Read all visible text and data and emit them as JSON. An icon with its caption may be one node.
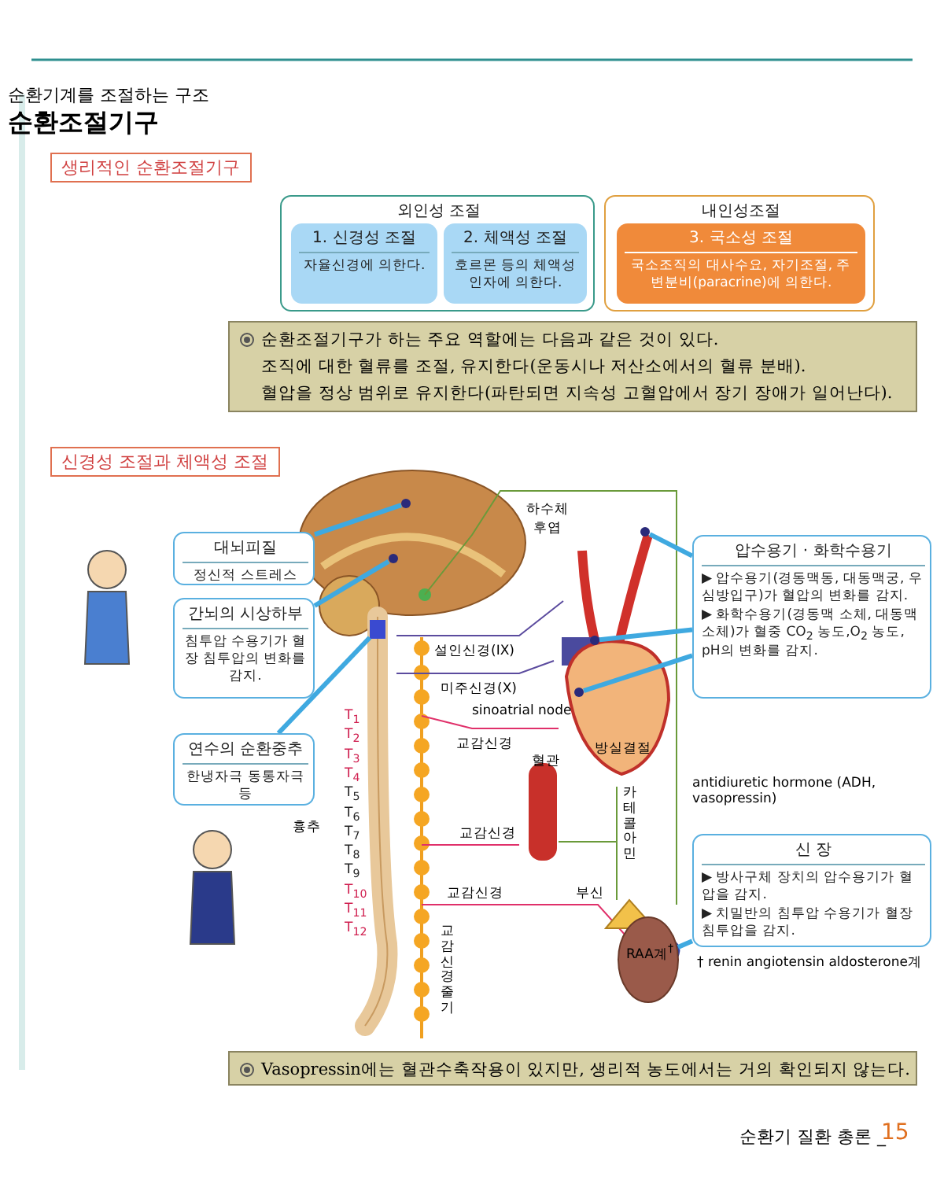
{
  "diagram": {
    "title": "순환조절기구",
    "nodes": [
      {
        "text": [
          "외인성 조절"
        ]
      },
      {
        "text": [
          "1. 신경성 조절",
          "자율신경에 의한다."
        ],
        "in": 0
      },
      {
        "text": [
          "2. 체액성 조절",
          "호르몬 등의 체액성 인자에 의한다."
        ],
        "in": 0
      },
      {
        "text": [
          "내인성조절"
        ]
      },
      {
        "text": [
          "3. 국소성 조절",
          "국소조직의 대사수요, 자기조절, 주변분비(paracrine)에 의한다."
        ],
        "in": 3
      },
      {
        "text": [
          "순환조절기구가 하는 주요 역할에는 다음과 같은 것이 있다.",
          "조직에 대한 혈류를 조절, 유지한다(운동시나 저산소에서의 혈류 분배).",
          "혈압을 정상 범위로 유지한다(파탄되면 지속성 고혈압에서 장기 장애가 일어난다)."
        ]
      },
      {
        "text": [
          "대뇌피질",
          "정신적 스트레스"
        ]
      },
      {
        "text": [
          "간뇌의 시상하부",
          "침투압 수용기가 혈장 침투압의 변화를 감지."
        ]
      },
      {
        "text": [
          "연수의 순환중추",
          "한냉자극 동통자극 등"
        ]
      },
      {
        "text": [
          "압수용기 · 화학수용기",
          "▶ 압수용기(경동맥동, 대동맥궁, 우심방입구)가 혈압의 변화를 감지.",
          "▶ 화학수용기(경동맥 소체, 대동맥 소체)가 혈중 CO$_{2}$ 농도,O$_{2}$ 농도, pH의 변화를 감지."
        ]
      },
      {
        "text": [
          "신 장",
          "▶ 방사구체 장치의 압수용기가 혈압을 감지.",
          "▶ 치밀반의 침투압 수용기가 혈장침투압을 감지."
        ]
      },
      {
        "text": [
          "Vasopressin에는 혈관수축작용이 있지만, 생리적 농도에서는 거의 확인되지 않는다."
        ]
      },
      {
        "text": [],
        "shape": "circle"
      },
      {
        "text": [],
        "shape": "circle"
      },
      {
        "text": [],
        "shape": "box"
      },
      {
        "text": [],
        "shape": "circle"
      },
      {
        "text": [],
        "shape": "circle"
      },
      {
        "text": [],
        "shape": "circle"
      },
      {
        "text": [],
        "shape": "picture"
      }
    ],
    "edges": [
      {
        "from": 6,
        "to": 12,
        "arrow": "none"
      },
      {
        "from": 7,
        "to": 13,
        "arrow": "none"
      },
      {
        "from": 8,
        "to": 14,
        "arrow": "none"
      },
      {
        "from": 9,
        "to": 15,
        "arrow": "none"
      },
      {
        "from": 9,
        "to": 16,
        "arrow": "none"
      },
      {
        "from": 9,
        "to": 17,
        "arrow": "none"
      },
      {
        "from": 10,
        "to": 18,
        "arrow": "none"
      }
    ],
    "labels": [
      "순환기계를 조절하는 구조",
      "생리적인 순환조절기구",
      "신경성 조절과 체액성 조절",
      "하수체 후엽",
      "설인신경(IX)",
      "미주신경(X)",
      "sinoatrial node",
      "교감신경",
      "방실결절",
      "혈관",
      "T$_{1}$",
      "T$_{2}$",
      "T$_{3}$",
      "T$_{4}$",
      "T$_{5}$",
      "T$_{6}$",
      "T$_{7}$",
      "T$_{8}$",
      "T$_{9}$",
      "T$_{10}$",
      "T$_{11}$",
      "T$_{12}$",
      "흉추",
      "교감신경",
      "antidiuretic hormone (ADH, vasopressin)",
      "카테콜아민",
      "교감신경",
      "부신",
      "RAA계$^{†}$",
      "교감신경줄기",
      "† renin angiotensin aldosterone계",
      "순환기 질환 총론 _",
      "15"
    ]
  }
}
